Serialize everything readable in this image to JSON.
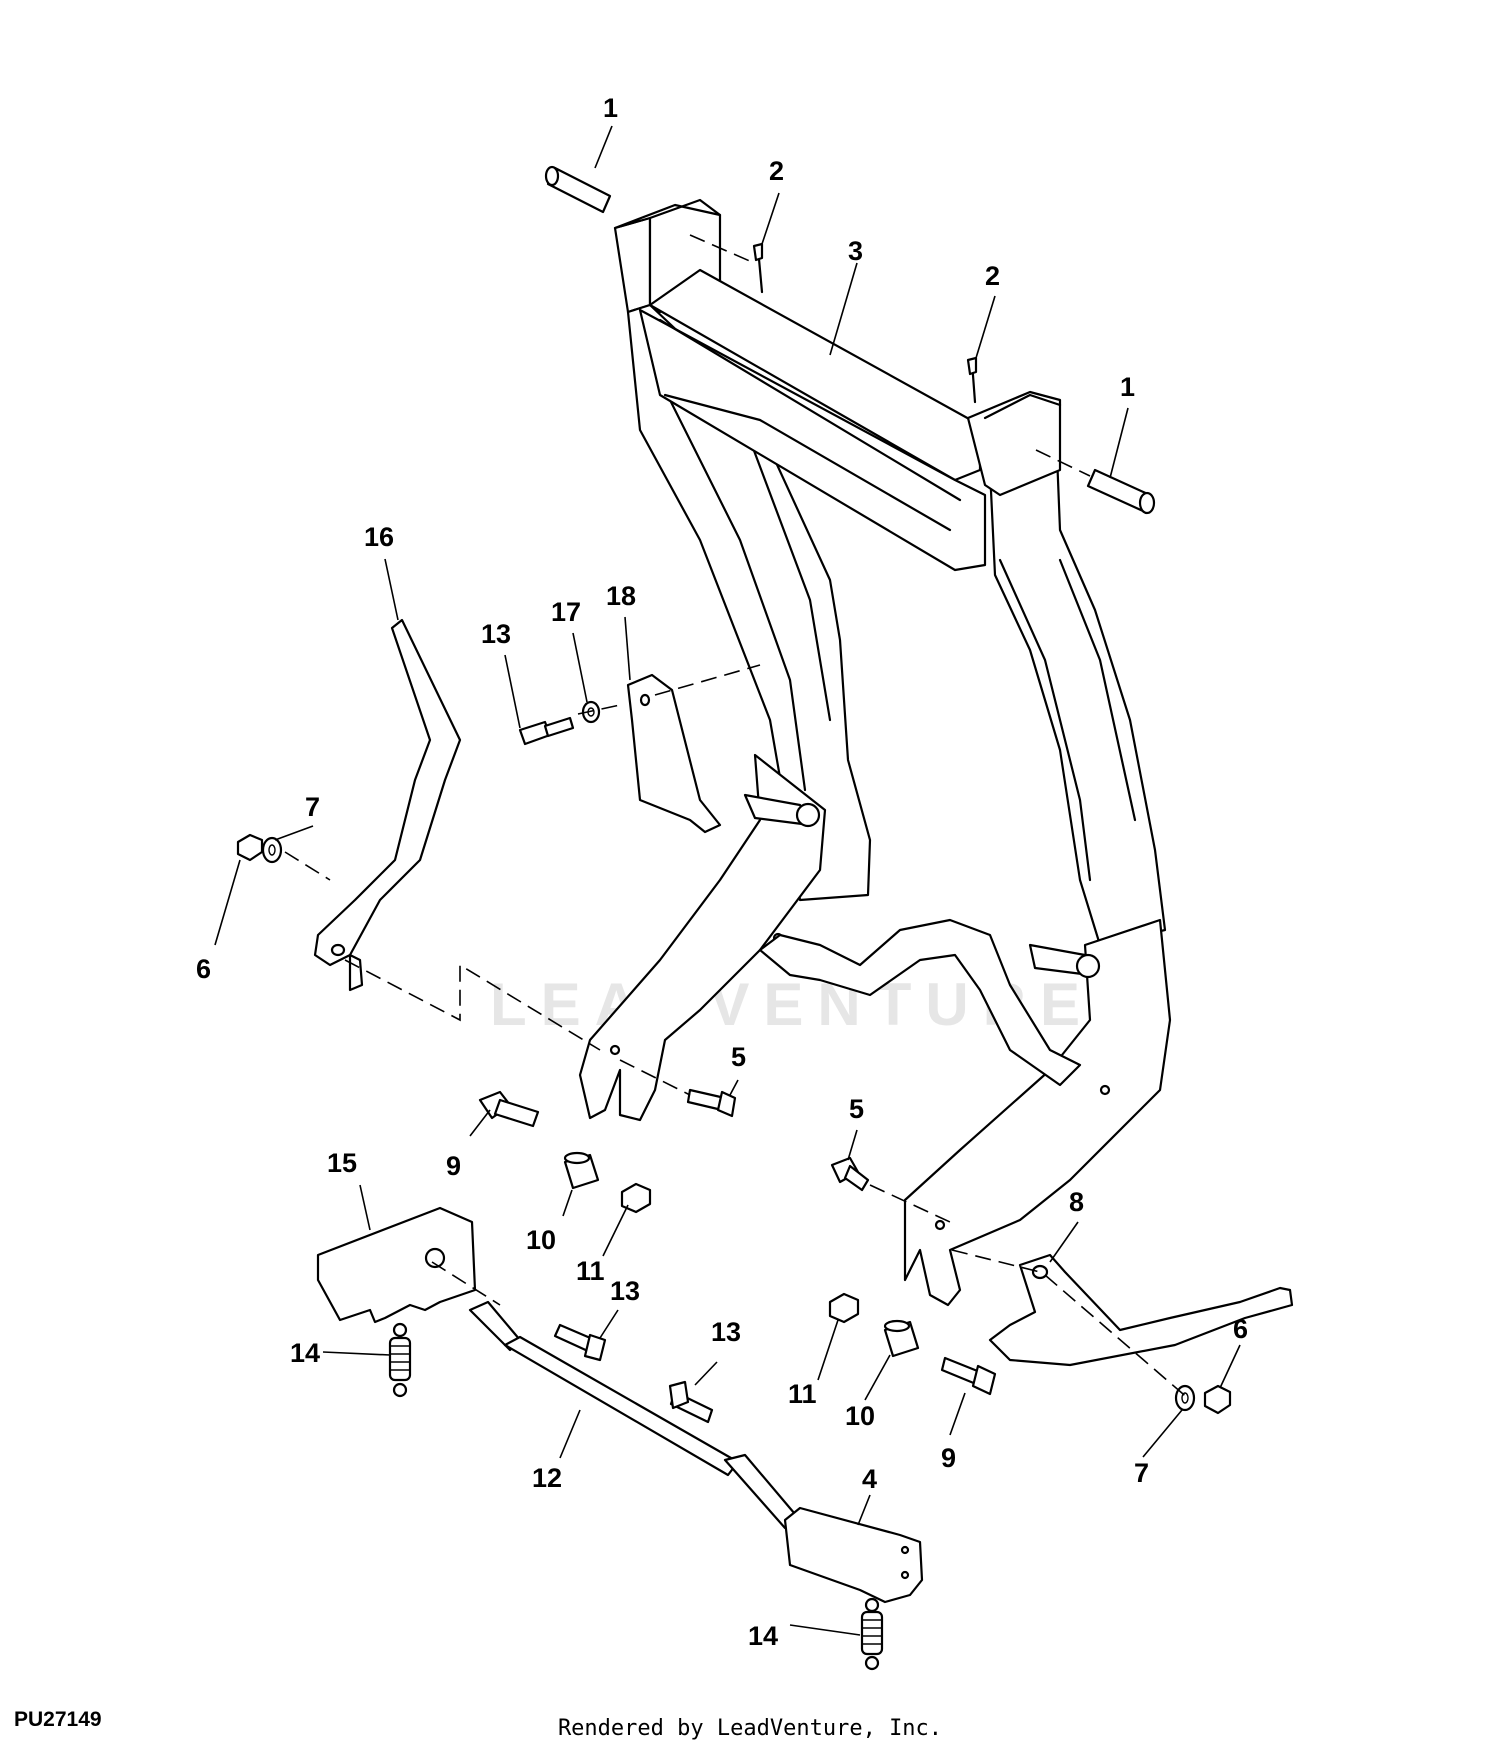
{
  "figure_id": "PU27149",
  "credit": "Rendered by LeadVenture, Inc.",
  "watermark": "LEADVENTURE",
  "callouts": [
    {
      "id": "c1a",
      "text": "1"
    },
    {
      "id": "c2a",
      "text": "2"
    },
    {
      "id": "c3",
      "text": "3"
    },
    {
      "id": "c2b",
      "text": "2"
    },
    {
      "id": "c1b",
      "text": "1"
    },
    {
      "id": "c16",
      "text": "16"
    },
    {
      "id": "c13a",
      "text": "13"
    },
    {
      "id": "c17",
      "text": "17"
    },
    {
      "id": "c18",
      "text": "18"
    },
    {
      "id": "c7a",
      "text": "7"
    },
    {
      "id": "c6a",
      "text": "6"
    },
    {
      "id": "c5a",
      "text": "5"
    },
    {
      "id": "c9a",
      "text": "9"
    },
    {
      "id": "c5b",
      "text": "5"
    },
    {
      "id": "c15",
      "text": "15"
    },
    {
      "id": "c10a",
      "text": "10"
    },
    {
      "id": "c11a",
      "text": "11"
    },
    {
      "id": "c8",
      "text": "8"
    },
    {
      "id": "c13b",
      "text": "13"
    },
    {
      "id": "c14a",
      "text": "14"
    },
    {
      "id": "c13c",
      "text": "13"
    },
    {
      "id": "c6b",
      "text": "6"
    },
    {
      "id": "c11b",
      "text": "11"
    },
    {
      "id": "c10b",
      "text": "10"
    },
    {
      "id": "c9b",
      "text": "9"
    },
    {
      "id": "c7b",
      "text": "7"
    },
    {
      "id": "c12",
      "text": "12"
    },
    {
      "id": "c4",
      "text": "4"
    },
    {
      "id": "c14b",
      "text": "14"
    }
  ]
}
